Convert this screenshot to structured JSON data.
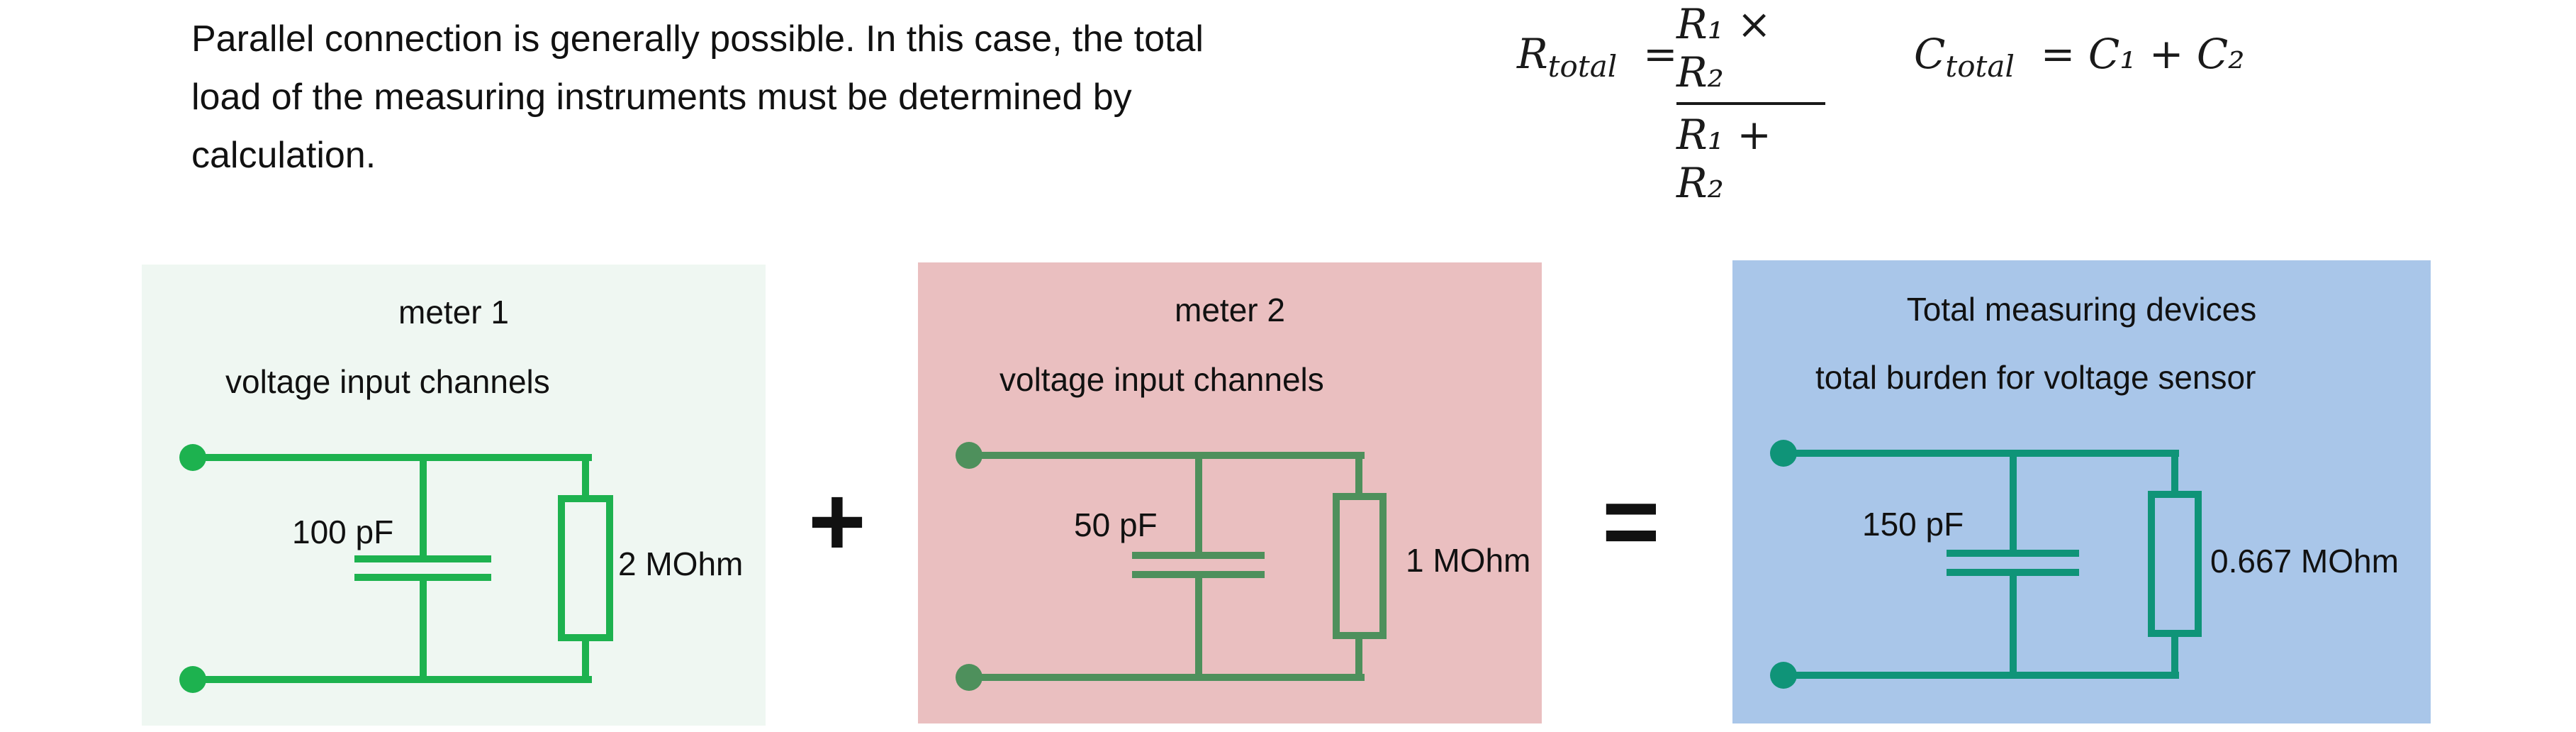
{
  "intro": {
    "lines": [
      "Parallel connection is generally possible. In this case, the total",
      "load of the measuring instruments must be determined by",
      "calculation."
    ]
  },
  "formulas": {
    "r_total": {
      "lhs": "R",
      "lhs_sub": "total",
      "num": "R₁ × R₂",
      "den": "R₁ + R₂"
    },
    "c_total": {
      "lhs": "C",
      "lhs_sub": "total",
      "rhs": "C₁ + C₂"
    }
  },
  "operators": {
    "plus": "+",
    "equals": "="
  },
  "panels": [
    {
      "title": "meter 1",
      "subtitle": "voltage input channels",
      "capacitance": "100 pF",
      "resistance": "2 MOhm",
      "bg": "#eff7f2",
      "wire": "#1db24f"
    },
    {
      "title": "meter 2",
      "subtitle": "voltage input channels",
      "capacitance": "50 pF",
      "resistance": "1 MOhm",
      "bg": "#eabfc0",
      "wire": "#4e905c"
    },
    {
      "title": "Total measuring devices",
      "subtitle": "total burden for voltage sensor",
      "capacitance": "150 pF",
      "resistance": "0.667 MOhm",
      "bg": "#a9c6e9",
      "wire": "#0f9478"
    }
  ]
}
